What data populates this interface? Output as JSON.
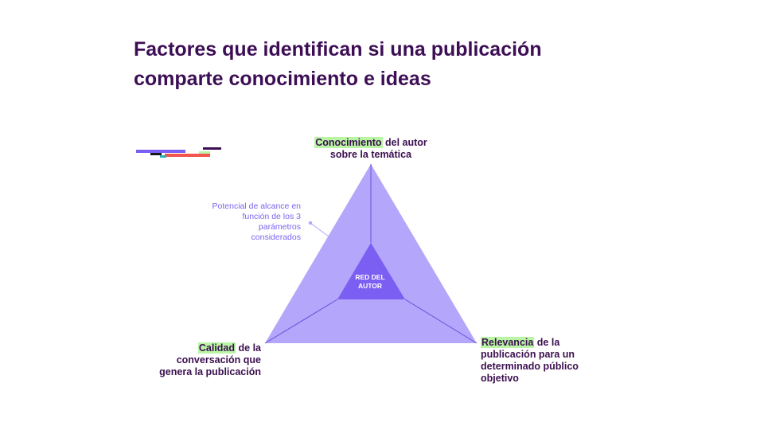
{
  "title": {
    "line1": "Factores que identifican si una publicación",
    "line2": "comparte conocimiento e ideas"
  },
  "vertices": {
    "top": {
      "highlight": "Conocimiento",
      "rest": " del autor",
      "line2": "sobre la temática"
    },
    "left": {
      "highlight": "Calidad",
      "rest": " de la",
      "line2": "conversación que",
      "line3": "genera la publicación"
    },
    "right": {
      "highlight": "Relevancia",
      "rest": " de la",
      "line2": "publicación para un",
      "line3": "determinado público",
      "line4": "objetivo"
    }
  },
  "annotation": {
    "line1": "Potencial de alcance en",
    "line2": "función de los 3",
    "line3": "parámetros",
    "line4": "considerados"
  },
  "center": {
    "line1": "RED DEL",
    "line2": "AUTOR"
  },
  "colors": {
    "title": "#3d0e55",
    "outer_triangle": "#b3a6fb",
    "inner_triangle": "#7b5ff2",
    "divider": "#6a52d8",
    "highlight": "#b9f5a5",
    "annotation": "#7b64f0"
  }
}
